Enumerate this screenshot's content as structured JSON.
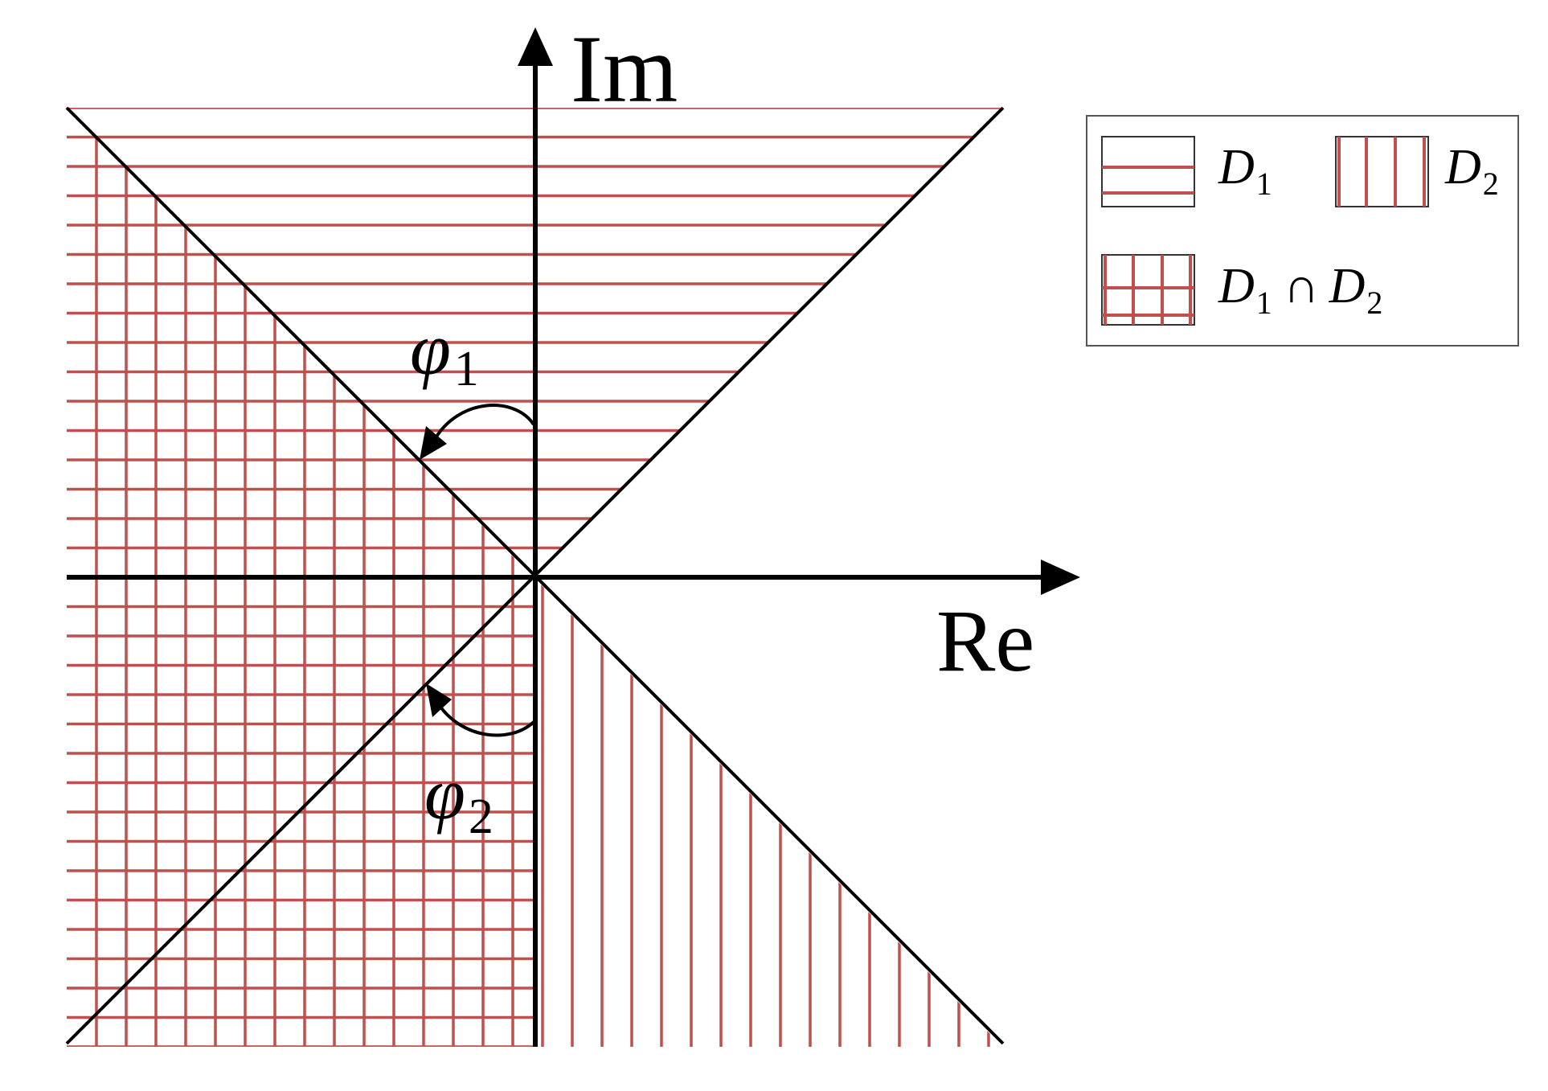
{
  "axes": {
    "imaginary_label": "Im",
    "real_label": "Re"
  },
  "angles": {
    "phi1": {
      "symbol": "φ",
      "subscript": "1"
    },
    "phi2": {
      "symbol": "φ",
      "subscript": "2"
    }
  },
  "legend": {
    "d1": {
      "symbol": "D",
      "subscript": "1"
    },
    "d2": {
      "symbol": "D",
      "subscript": "2"
    },
    "intersection": {
      "symbol_a": "D",
      "subscript_a": "1",
      "operator": "∩",
      "symbol_b": "D",
      "subscript_b": "2"
    }
  },
  "colors": {
    "hatch": "#c0504d",
    "axis": "#000000",
    "boundary": "#000000"
  }
}
